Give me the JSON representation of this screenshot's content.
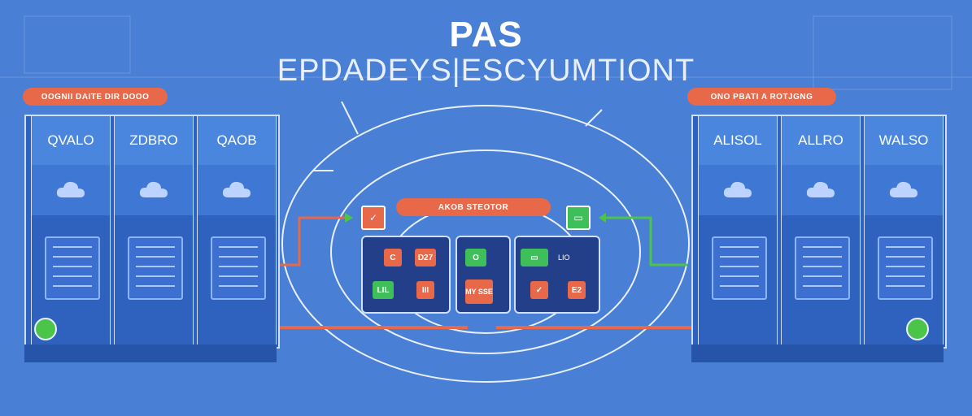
{
  "header": {
    "title": "PAS",
    "subtitle": "EPDADEYS|ESCYUMTIONT"
  },
  "left_rack": {
    "label": "OOGNII DAITE DIR DOOO",
    "units": [
      {
        "name": "QVALO"
      },
      {
        "name": "ZDBRO"
      },
      {
        "name": "QAOB"
      }
    ]
  },
  "right_rack": {
    "label": "ONO PBATI A ROTJGNG",
    "units": [
      {
        "name": "ALISOL"
      },
      {
        "name": "ALLRO"
      },
      {
        "name": "WALSO"
      }
    ]
  },
  "center": {
    "label": "AKOB STEOTOR",
    "clusters": [
      {
        "tiles": [
          {
            "text": "C",
            "color": "orange"
          },
          {
            "text": "D27",
            "color": "orange"
          },
          {
            "text": "LIL",
            "color": "green"
          },
          {
            "text": "III",
            "color": "orange"
          }
        ]
      },
      {
        "tiles": [
          {
            "text": "O",
            "color": "green"
          },
          {
            "text": "MY SSE",
            "color": "orange"
          }
        ]
      },
      {
        "tiles": [
          {
            "text": "▭",
            "color": "green"
          },
          {
            "text": "LIO",
            "color": "none"
          },
          {
            "text": "✓",
            "color": "orange"
          },
          {
            "text": "E2",
            "color": "orange"
          }
        ]
      }
    ]
  },
  "colors": {
    "background": "#4a7fd6",
    "accent_orange": "#e8684a",
    "accent_green": "#4cc44a",
    "rack_dark": "#2f62bf",
    "outline": "#cfe0ff"
  },
  "icons": [
    "cloud-icon",
    "server-drive-icon",
    "connector-node-icon",
    "arrow-icon"
  ]
}
